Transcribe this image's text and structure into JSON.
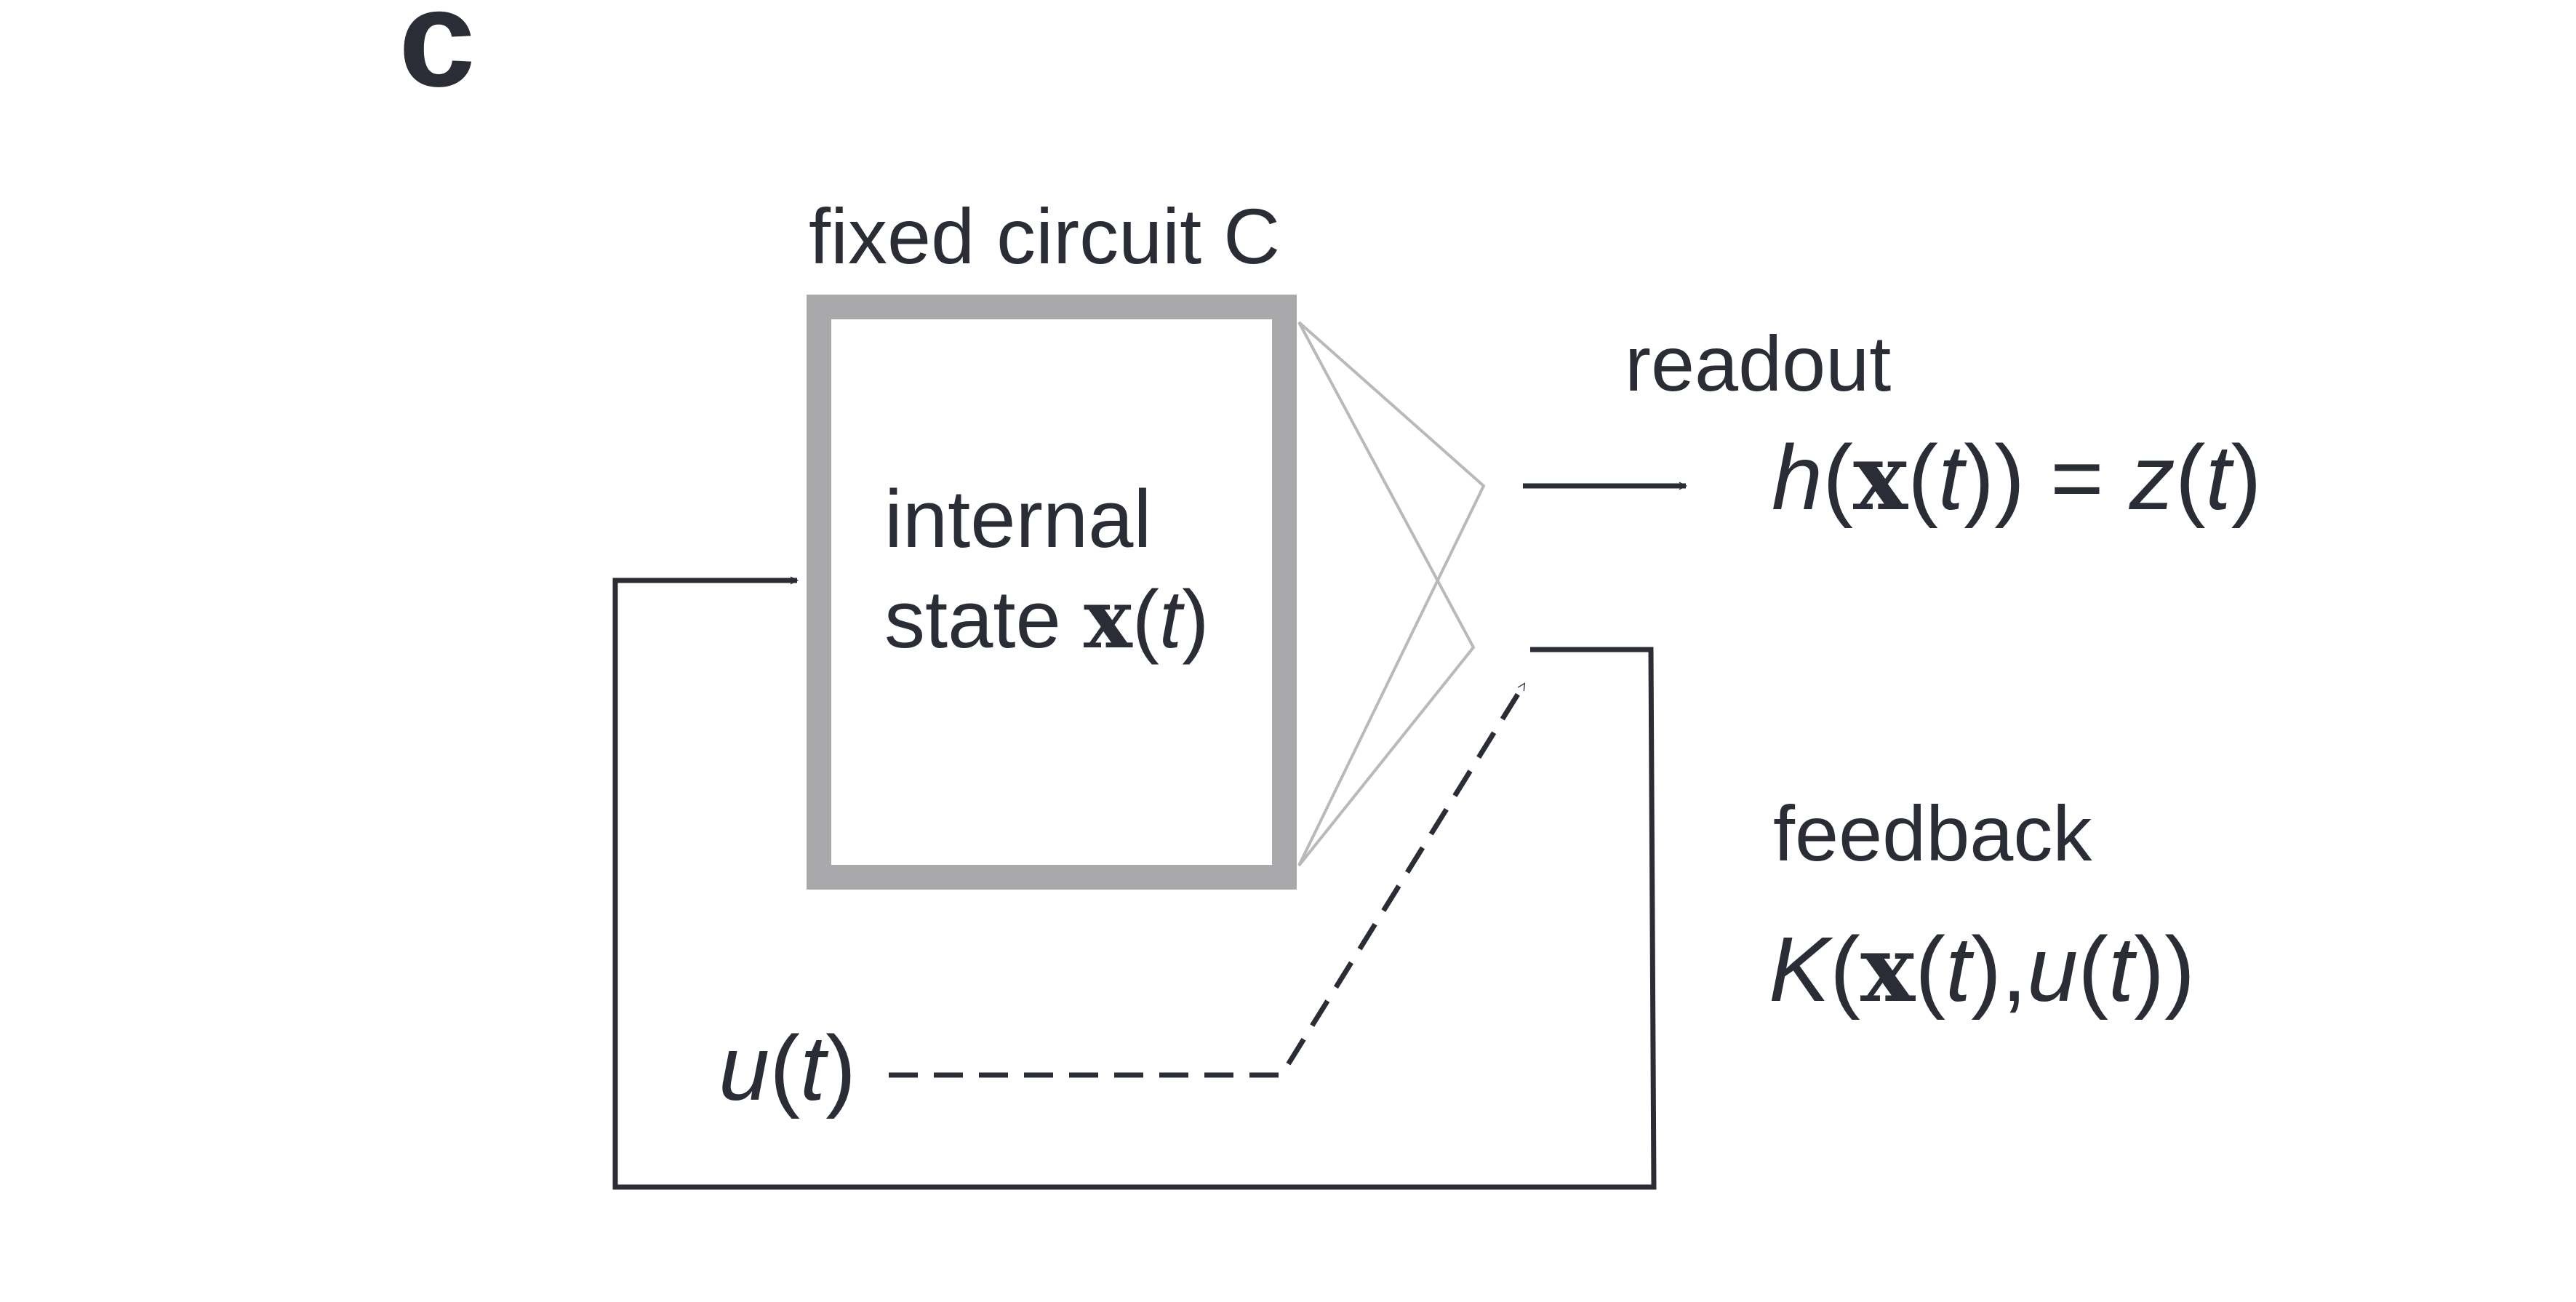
{
  "panel_label": "c",
  "box_title": "fixed circuit C",
  "state_label": {
    "line1": "internal",
    "line2_prefix": "state ",
    "var_bold": "x",
    "open": "(",
    "var_t": "t",
    "close": ")"
  },
  "readout": {
    "title": "readout",
    "eq": {
      "h": "h",
      "p1": "(",
      "x": "x",
      "p2": "(",
      "t1": "t",
      "p3": "))",
      "eq": " = ",
      "z": "z",
      "p4": "(",
      "t2": "t",
      "p5": ")"
    }
  },
  "feedback": {
    "title": "feedback",
    "eq": {
      "K": "K",
      "p1": "(",
      "x": "x",
      "p2": "(",
      "t1": "t",
      "p3": "),",
      "u": "u",
      "p4": "(",
      "t2": "t",
      "p5": "))"
    }
  },
  "input": {
    "u": "u",
    "p1": "(",
    "t": "t",
    "p2": ")"
  },
  "colors": {
    "ink": "#2b2d36",
    "box_border": "#a9a9ab",
    "readout_lines": "#b9b9bb"
  }
}
